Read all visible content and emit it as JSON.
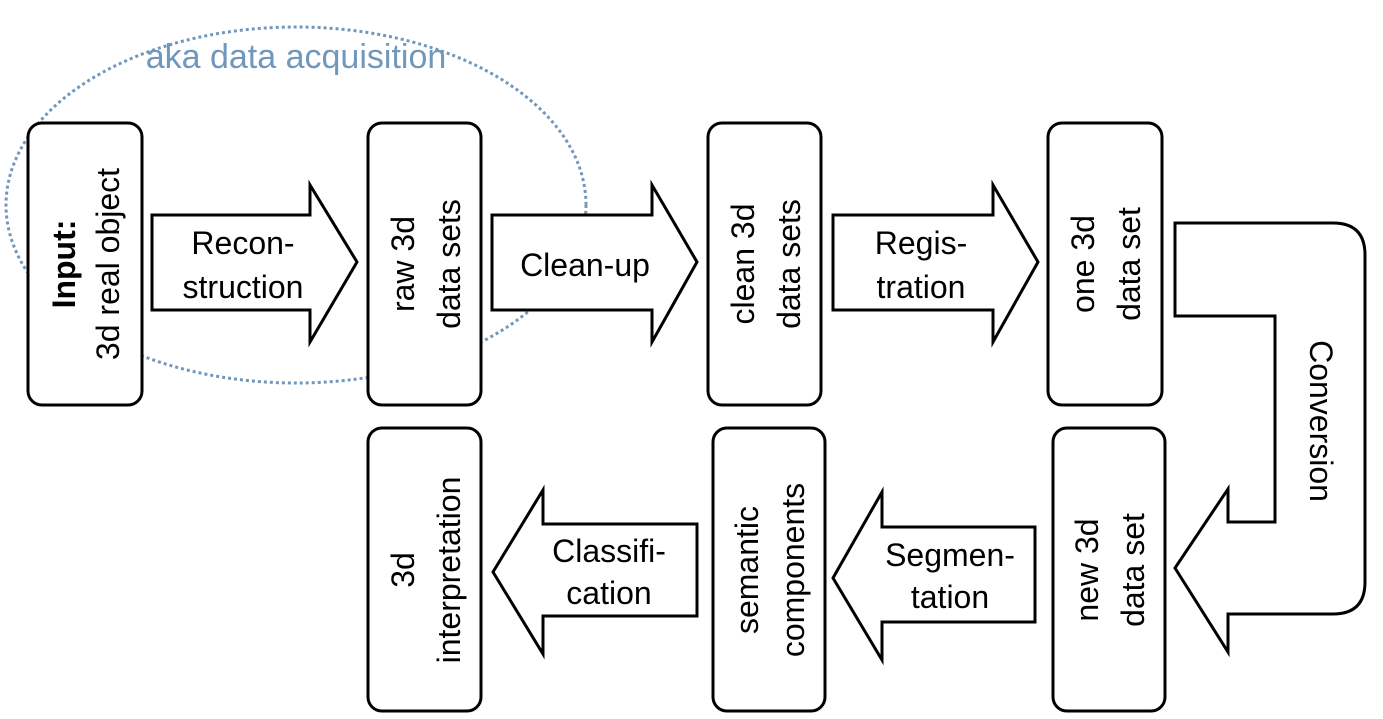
{
  "annotation": {
    "text": "aka data acquisition",
    "color": "#7197bd"
  },
  "boxes": {
    "input": {
      "line1": "Input:",
      "line2": "3d real object"
    },
    "raw": {
      "line1": "raw 3d",
      "line2": "data sets"
    },
    "clean": {
      "line1": "clean 3d",
      "line2": "data sets"
    },
    "one": {
      "line1": "one 3d",
      "line2": "data set"
    },
    "new": {
      "line1": "new 3d",
      "line2": "data set"
    },
    "semantic": {
      "line1": "semantic",
      "line2": "components"
    },
    "interp": {
      "line1": "3d",
      "line2": "interpretation"
    }
  },
  "arrows": {
    "reconstruction": {
      "line1": "Recon-",
      "line2": "struction"
    },
    "cleanup": {
      "line1": "Clean-up"
    },
    "registration": {
      "line1": "Regis-",
      "line2": "tration"
    },
    "conversion": {
      "line1": "Conversion"
    },
    "segmentation": {
      "line1": "Segmen-",
      "line2": "tation"
    },
    "classification": {
      "line1": "Classifi-",
      "line2": "cation"
    }
  }
}
